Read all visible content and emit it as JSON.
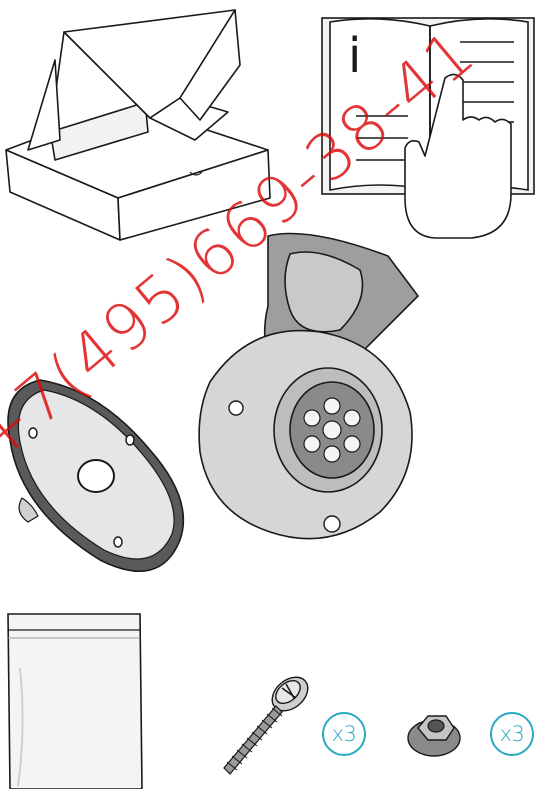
{
  "kit": {
    "box": {
      "icon": "package-box-icon"
    },
    "manual": {
      "letter": "i",
      "icon": "read-manual-icon"
    },
    "socket": {
      "icon": "trailer-socket-icon"
    },
    "gasket": {
      "icon": "gasket-icon"
    },
    "bag": {
      "icon": "plastic-bag-icon"
    },
    "screw": {
      "icon": "screw-icon",
      "quantity": "x3"
    },
    "nut": {
      "icon": "nut-icon",
      "quantity": "x3"
    }
  },
  "colors": {
    "badge": "#2aa9c0",
    "watermark": "#dc0a0a",
    "line": "#1a1a1a"
  },
  "watermark": {
    "text": "+7(495)669-38-41"
  }
}
